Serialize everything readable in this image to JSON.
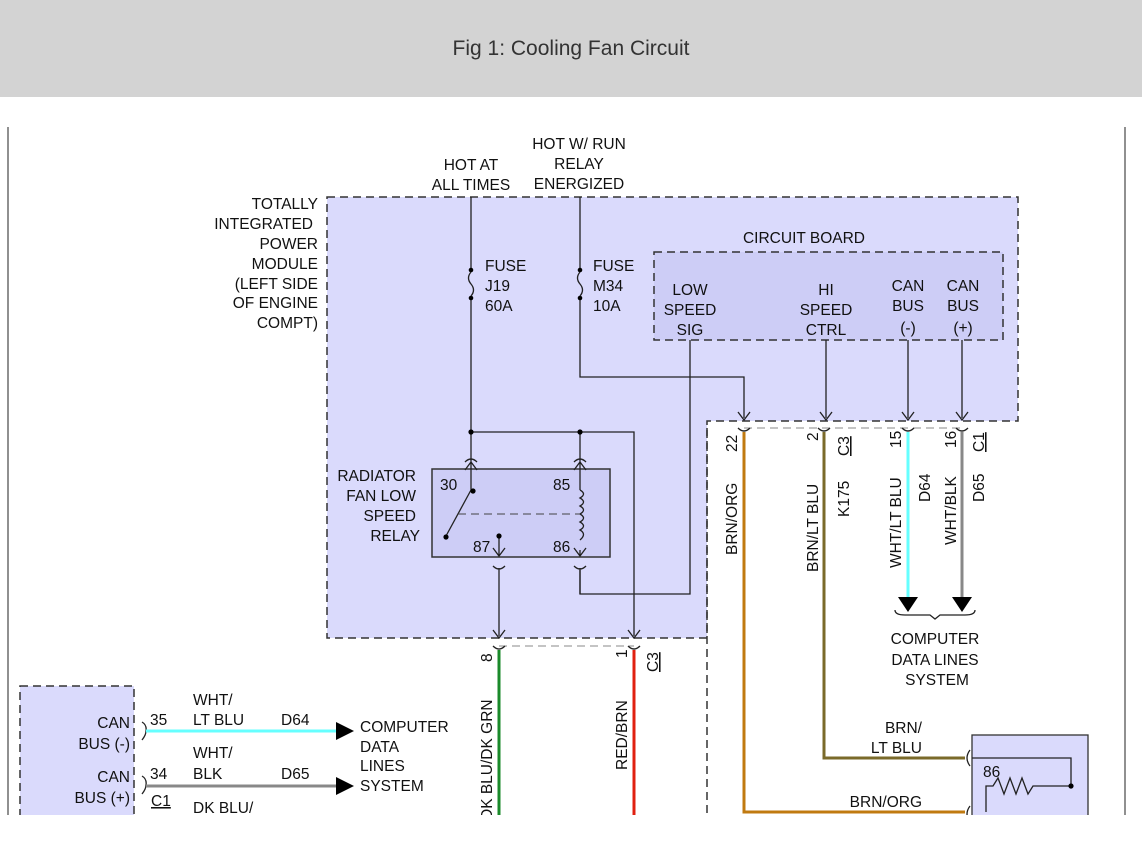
{
  "header": {
    "title": "Fig 1: Cooling Fan Circuit"
  },
  "colors": {
    "module_fill": "#dadafc",
    "board_fill": "#cdcdf6",
    "brn_org": "#c07a10",
    "brn_lt_blu": "#7a6a2a",
    "lt_blu": "#6ff",
    "blk": "#888",
    "dk_blu_dk_grn": "#1a8a2a",
    "red_brn": "#e02010"
  },
  "tipm": {
    "label": [
      "TOTALLY",
      "INTEGRATED",
      "POWER",
      "MODULE",
      "(LEFT SIDE",
      "OF ENGINE",
      "COMPT)"
    ]
  },
  "feeds": {
    "hot_at_all_times": [
      "HOT AT",
      "ALL TIMES"
    ],
    "hot_run": [
      "HOT W/ RUN",
      "RELAY",
      "ENERGIZED"
    ]
  },
  "fuses": [
    {
      "lines": [
        "FUSE",
        "J19",
        "60A"
      ]
    },
    {
      "lines": [
        "FUSE",
        "M34",
        "10A"
      ]
    }
  ],
  "circuit_board": {
    "title": "CIRCUIT BOARD",
    "low": [
      "LOW",
      "SPEED",
      "SIG"
    ],
    "hi": [
      "HI",
      "SPEED",
      "CTRL"
    ],
    "can_minus": [
      "CAN",
      "BUS",
      "(-)"
    ],
    "can_plus": [
      "CAN",
      "BUS",
      "(+)"
    ]
  },
  "relay": {
    "label": [
      "RADIATOR",
      "FAN LOW",
      "SPEED",
      "RELAY"
    ],
    "pins": [
      "30",
      "85",
      "87",
      "86"
    ]
  },
  "connectors": {
    "c3_a": {
      "pins": [
        "22",
        "2"
      ],
      "name": "C3"
    },
    "c1_a": {
      "pins": [
        "15",
        "16"
      ],
      "name": "C1"
    },
    "c3_b": {
      "pins": [
        "8",
        "1"
      ],
      "name": "C3"
    }
  },
  "wires": {
    "brn_org": "BRN/ORG",
    "brn_lt_blu": "BRN/LT BLU",
    "k175": "K175",
    "wht_lt_blu": "WHT/LT BLU",
    "d64": "D64",
    "wht_blk": "WHT/BLK",
    "d65": "D65",
    "dk_blu_dk_grn": "DK BLU/DK GRN",
    "red_brn": "RED/BRN"
  },
  "data_lines_right": [
    "COMPUTER",
    "DATA LINES",
    "SYSTEM"
  ],
  "left_module": {
    "can_minus": [
      "CAN",
      "BUS (-)"
    ],
    "can_plus": [
      "CAN",
      "BUS (+)"
    ],
    "pin35": "35",
    "pin34": "34",
    "conn": "C1",
    "wire1": [
      "WHT/",
      "LT BLU"
    ],
    "wire1_code": "D64",
    "wire2": [
      "WHT/",
      "BLK"
    ],
    "wire2_code": "D65",
    "wire3": "DK BLU/",
    "dest": [
      "COMPUTER",
      "DATA",
      "LINES",
      "SYSTEM"
    ]
  },
  "right_module": {
    "pin": "86",
    "wire1": [
      "BRN/",
      "LT BLU"
    ],
    "wire2": "BRN/ORG"
  }
}
